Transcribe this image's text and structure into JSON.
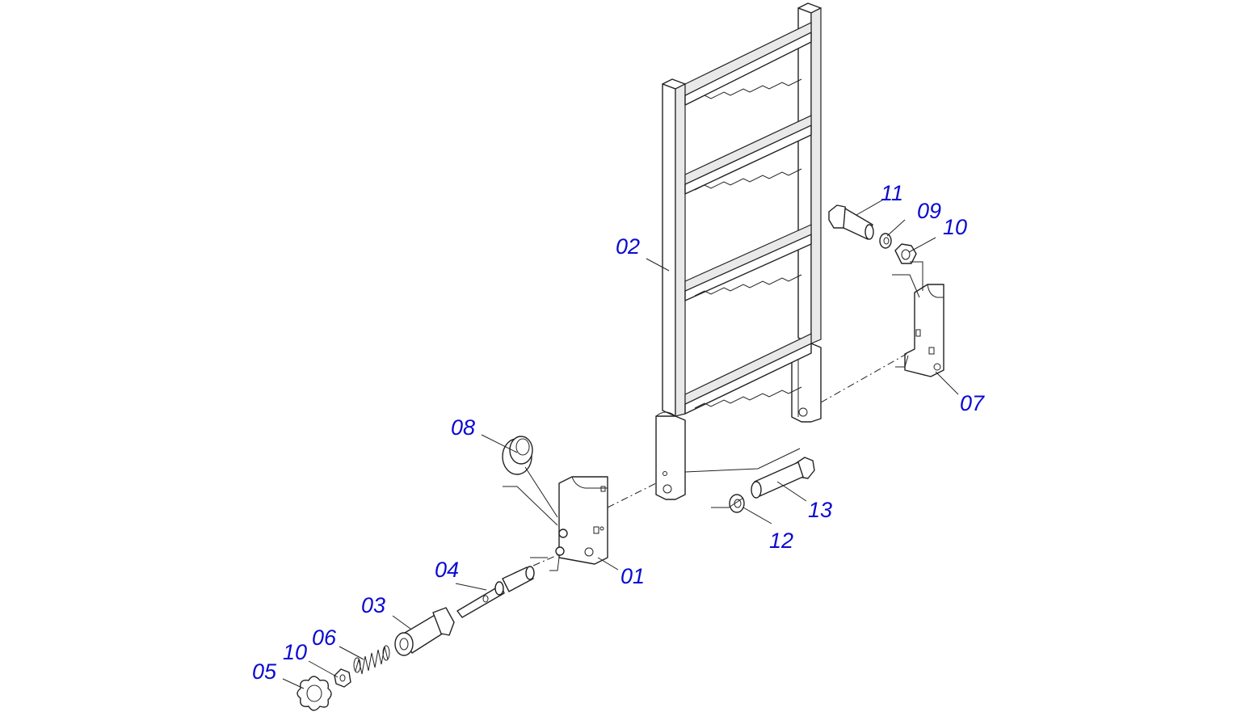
{
  "colors": {
    "callout": "#0a0ad2",
    "line": "#222222",
    "background": "#ffffff"
  },
  "callouts": {
    "c01": "01",
    "c02": "02",
    "c03": "03",
    "c04": "04",
    "c05": "05",
    "c06": "06",
    "c07": "07",
    "c08": "08",
    "c09": "09",
    "c10a": "10",
    "c10b": "10",
    "c11": "11",
    "c12": "12",
    "c13": "13"
  }
}
